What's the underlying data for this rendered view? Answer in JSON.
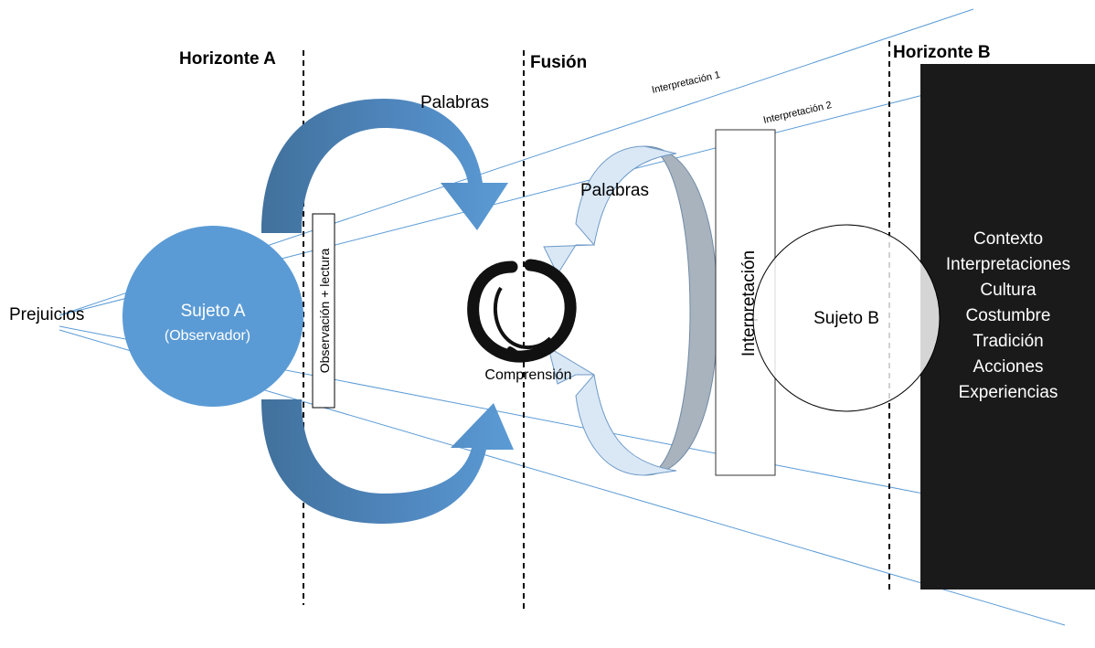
{
  "horizons": {
    "a": "Horizonte A",
    "fusion": "Fusión",
    "b": "Horizonte B"
  },
  "prejudices": "Prejuicios",
  "subject_a": {
    "name": "Sujeto A",
    "role": "(Observador)"
  },
  "observation_box": "Observación + lectura",
  "words_top": "Palabras",
  "words_right": "Palabras",
  "understanding": "Comprensión",
  "interpretation_box": "Interpretación",
  "interpretation_lines": [
    "Interpretación 1",
    "Interpretación 2"
  ],
  "subject_b": "Sujeto B",
  "context_panel": {
    "items": [
      "Contexto",
      "Interpretaciones",
      "Cultura",
      "Costumbre",
      "Tradición",
      "Acciones",
      "Experiencias"
    ],
    "background": "#1a1a1a",
    "text_color": "#ffffff"
  },
  "colors": {
    "subject_a_fill": "#5b9bd5",
    "arrow_light": "#5b9bd5",
    "arrow_dark": "#41719c",
    "pale_arrow_fill": "#dae8f6",
    "pale_arrow_stroke": "#6f9ac7",
    "gray_band": "#a9b3be",
    "ray": "#5b9bd5"
  }
}
